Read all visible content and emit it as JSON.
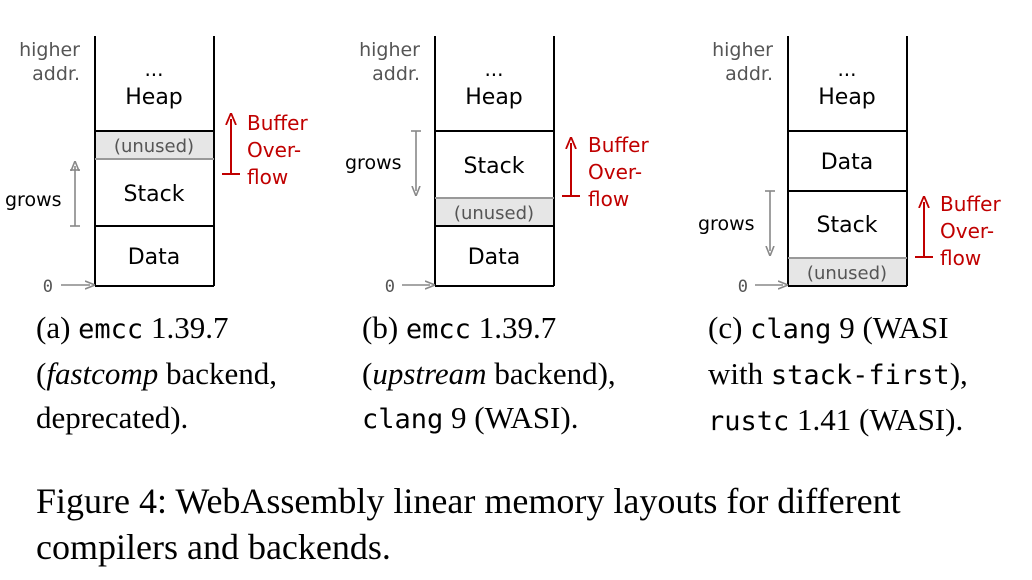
{
  "diagram_a": {
    "higher_addr": [
      "higher",
      "addr."
    ],
    "dots": "...",
    "heap": "Heap",
    "unused": "(unused)",
    "stack": "Stack",
    "data": "Data",
    "grows": "grows",
    "zero": "0",
    "overflow": [
      "Buffer",
      "Over-",
      "flow"
    ]
  },
  "diagram_b": {
    "higher_addr": [
      "higher",
      "addr."
    ],
    "dots": "...",
    "heap": "Heap",
    "stack": "Stack",
    "unused": "(unused)",
    "data": "Data",
    "grows": "grows",
    "zero": "0",
    "overflow": [
      "Buffer",
      "Over-",
      "flow"
    ]
  },
  "diagram_c": {
    "higher_addr": [
      "higher",
      "addr."
    ],
    "dots": "...",
    "heap": "Heap",
    "data": "Data",
    "stack": "Stack",
    "unused": "(unused)",
    "grows": "grows",
    "zero": "0",
    "overflow": [
      "Buffer",
      "Over-",
      "flow"
    ]
  },
  "captions": {
    "a": {
      "label": "(a)",
      "code1": "emcc",
      "version": "1.39.7",
      "paren_open": "(",
      "italic": "fastcomp",
      "rest": "backend,",
      "line3": "deprecated)."
    },
    "b": {
      "label": "(b)",
      "code1": "emcc",
      "version": "1.39.7",
      "paren_open": "(",
      "italic": "upstream",
      "rest": "backend),",
      "code2": "clang",
      "line3_rest": "9 (WASI)."
    },
    "c": {
      "label": "(c)",
      "code1": "clang",
      "line1_rest": "9 (WASI",
      "with": "with",
      "code2": "stack-first",
      "line2_rest": "),",
      "code3": "rustc",
      "line3_rest": "1.41 (WASI)."
    }
  },
  "figure_caption": {
    "line1": "Figure 4: WebAssembly linear memory layouts for different",
    "line2": "compilers and backends."
  },
  "colors": {
    "overflow_red": "#c00000",
    "unused_fill": "#e6e6e6",
    "label_gray": "#555555",
    "arrow_gray": "#888888"
  }
}
